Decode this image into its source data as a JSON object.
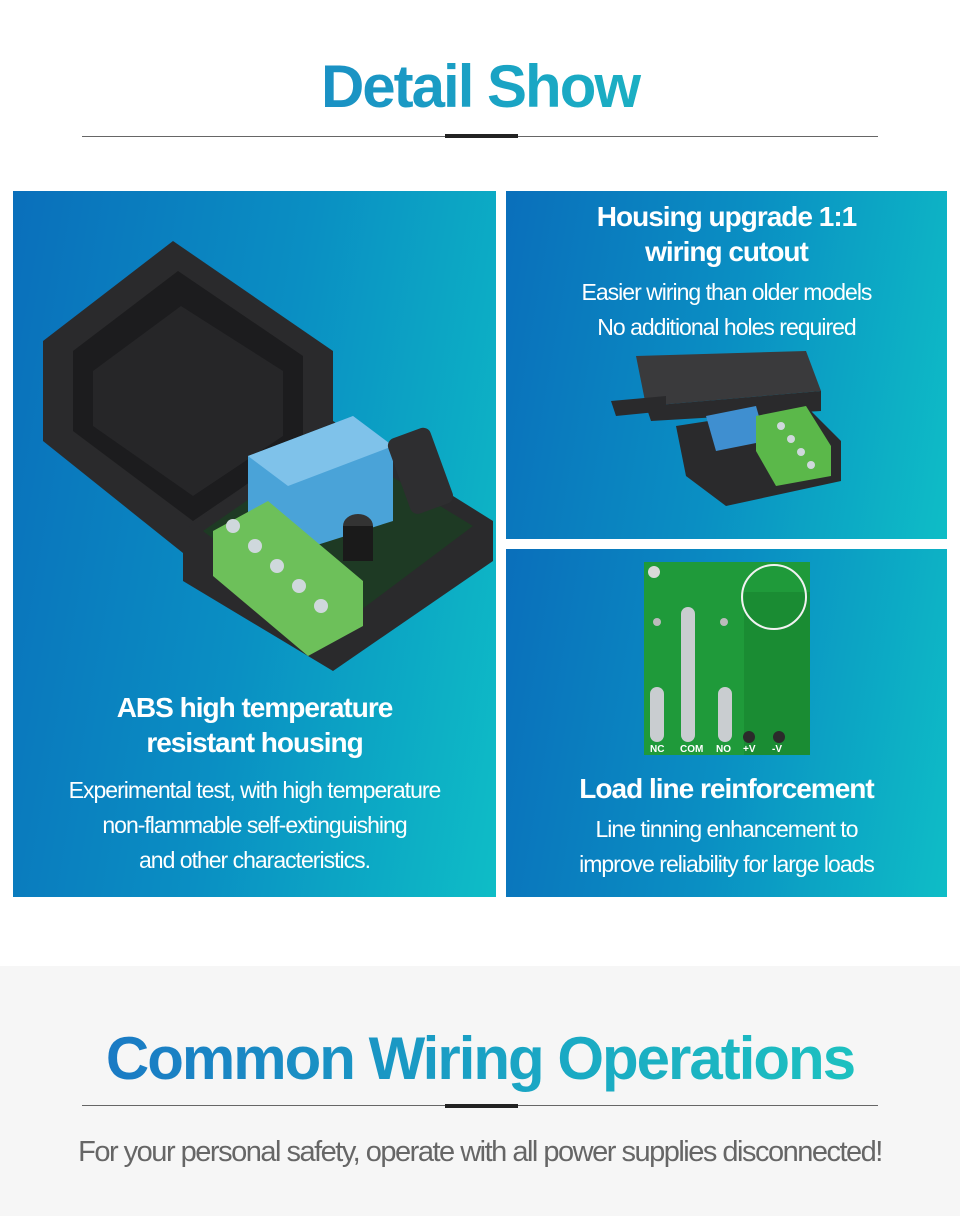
{
  "header": {
    "title_part1": "Detail",
    "title_part2": "Show"
  },
  "panels": [
    {
      "id": "housing",
      "heading_line1": "ABS high temperature",
      "heading_line2": "resistant housing",
      "body_line1": "Experimental test, with high temperature",
      "body_line2": "non-flammable self-extinguishing",
      "body_line3": "and other characteristics.",
      "image": "relay-receiver-open-case-photo"
    },
    {
      "id": "cutout",
      "heading_line1": "Housing upgrade 1:1",
      "heading_line2": "wiring cutout",
      "body_line1": "Easier wiring than older models",
      "body_line2": "No additional holes required",
      "image": "relay-receiver-closed-case-photo"
    },
    {
      "id": "load-line",
      "heading_line1": "Load line reinforcement",
      "body_line1": "Line tinning enhancement to",
      "body_line2": "improve reliability for large loads",
      "image": "pcb-back-solder-traces-photo",
      "pcb_labels": [
        "NC",
        "COM",
        "NO",
        "+V",
        "-V"
      ]
    }
  ],
  "section2": {
    "title_part1": "Common",
    "title_part2": "Wiring",
    "title_part3": "Operations",
    "note": "For your personal safety, operate with all power supplies disconnected!"
  },
  "colors": {
    "gradient_start": "#1a6fc4",
    "gradient_end": "#1ec9bf",
    "panel_start": "#0a6fbb",
    "panel_end": "#0ebdc6",
    "note_text": "#666666",
    "bottom_bg": "#f6f6f6"
  }
}
